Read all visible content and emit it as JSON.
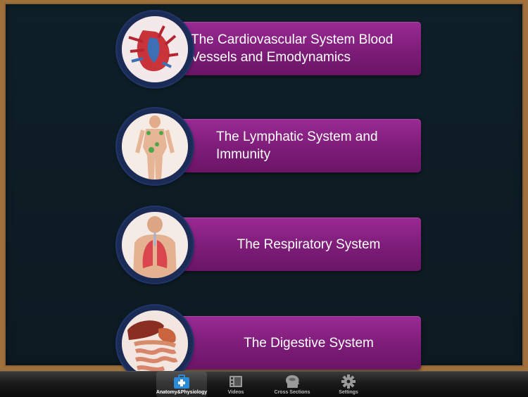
{
  "topics": [
    {
      "title": "The Cardiovascular System Blood Vessels and Emodynamics",
      "icon": "heart-vessels-icon"
    },
    {
      "title": "The Lymphatic System and Immunity",
      "icon": "lymphatic-body-icon"
    },
    {
      "title": "The Respiratory System",
      "icon": "lungs-icon"
    },
    {
      "title": "The Digestive System",
      "icon": "digestive-organs-icon"
    }
  ],
  "tabbar": {
    "tabs": [
      {
        "label": "Anatomy&Physiology",
        "icon": "medical-kit-icon",
        "active": true
      },
      {
        "label": "Videos",
        "icon": "film-icon",
        "active": false
      },
      {
        "label": "Cross Sections",
        "icon": "brain-head-icon",
        "active": false
      },
      {
        "label": "Settings",
        "icon": "gear-icon",
        "active": false
      }
    ]
  },
  "colors": {
    "banner": "#7d1c78",
    "board": "#0f1f27",
    "frame": "#a0703a",
    "badge_ring": "#1a2b55"
  }
}
